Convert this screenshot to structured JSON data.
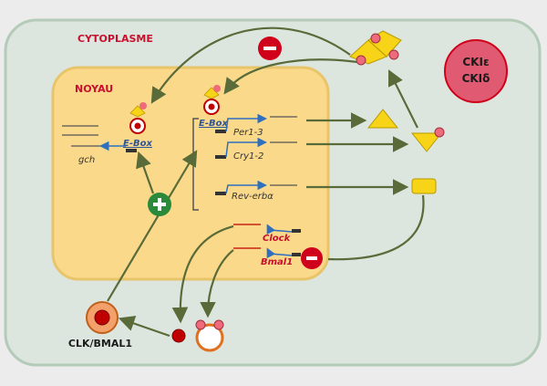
{
  "regions": {
    "cytoplasm_label": "CYTOPLASME",
    "nucleus_label": "NOYAU"
  },
  "kinases": {
    "line1": "CKIε",
    "line2": "CKIδ"
  },
  "genes": {
    "gch": "gch",
    "ebox_left": "E-Box",
    "ebox_right": "E-Box",
    "per": "Per1-3",
    "cry": "Cry1-2",
    "rev": "Rev-erbα",
    "clock": "Clock",
    "bmal": "Bmal1"
  },
  "complex_label": "CLK/BMAL1",
  "signs": {
    "inhibit": "−",
    "activate": "+"
  },
  "colors": {
    "cell_bg": "#dde6de",
    "cell_border": "#b3cbb8",
    "nucleus_bg": "#fbd98a",
    "nucleus_border": "#e8c46a",
    "arrow": "#5a6b3a",
    "inhibit": "#d0011b",
    "activate": "#2a8a3a",
    "protein": "#f7d417",
    "phospho": "#ef6a7a",
    "clock_protein": "#c00000"
  }
}
